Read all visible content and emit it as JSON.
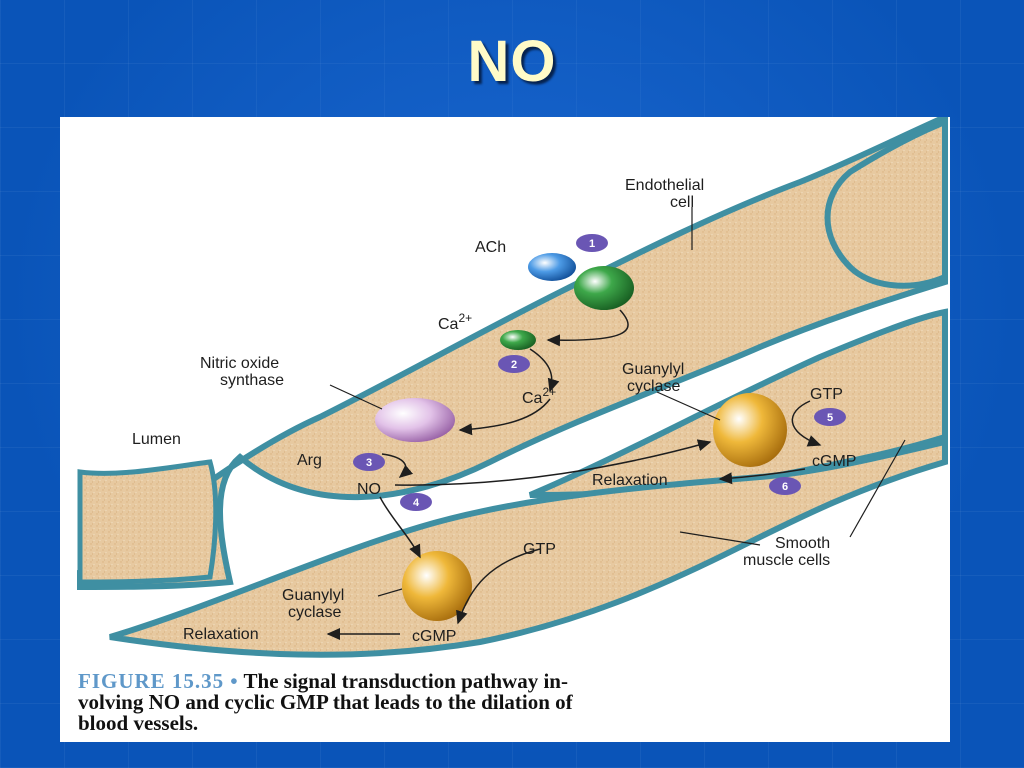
{
  "slide": {
    "title": "NO"
  },
  "figure": {
    "labels": {
      "endothelial_line1": "Endothelial",
      "endothelial_line2": "cell",
      "ach": "ACh",
      "ca_top": "Ca",
      "ca_top_sup": "2+",
      "ca_mid": "Ca",
      "ca_mid_sup": "2+",
      "nos_line1": "Nitric oxide",
      "nos_line2": "synthase",
      "lumen": "Lumen",
      "arg": "Arg",
      "no": "NO",
      "gc_upper_line1": "Guanylyl",
      "gc_upper_line2": "cyclase",
      "gtp_upper": "GTP",
      "cgmp_upper": "cGMP",
      "relax_upper": "Relaxation",
      "smooth_line1": "Smooth",
      "smooth_line2": "muscle cells",
      "gtp_lower": "GTP",
      "gc_lower_line1": "Guanylyl",
      "gc_lower_line2": "cyclase",
      "relax_lower": "Relaxation",
      "cgmp_lower": "cGMP"
    },
    "steps": [
      "1",
      "2",
      "3",
      "4",
      "5",
      "6"
    ],
    "colors": {
      "cell_fill": "#e7c9a0",
      "membrane": "#3f8fa2",
      "ach": "#2f7fd0",
      "receptor": "#2f9a3c",
      "nos": "#d8b2e0",
      "cyclase": "#e7a92c",
      "badge": "#6a56b4"
    },
    "caption": {
      "label": "FIGURE 15.35",
      "text_line1": "The signal transduction pathway in-",
      "text_line2": "volving NO and cyclic GMP that leads to the dilation of",
      "text_line3": "blood vessels."
    }
  }
}
